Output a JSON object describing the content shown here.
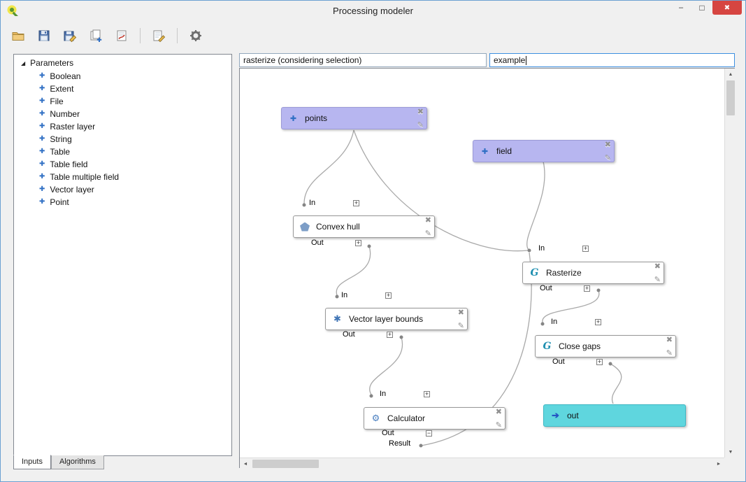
{
  "window": {
    "title": "Processing modeler"
  },
  "window_controls": {
    "minimize": "–",
    "maximize": "□",
    "close": "✖"
  },
  "toolbar_icons": [
    "open-model-icon",
    "save-model-icon",
    "save-model-as-icon",
    "export-as-image-icon",
    "export-as-script-icon",
    "edit-model-help-icon",
    "run-model-icon"
  ],
  "header": {
    "model_name": "rasterize (considering selection)",
    "model_group": "example"
  },
  "sidebar": {
    "root_label": "Parameters",
    "items": [
      "Boolean",
      "Extent",
      "File",
      "Number",
      "Raster layer",
      "String",
      "Table",
      "Table field",
      "Table multiple field",
      "Vector layer",
      "Point"
    ],
    "tabs": [
      {
        "label": "Inputs",
        "active": true
      },
      {
        "label": "Algorithms",
        "active": false
      }
    ]
  },
  "labels": {
    "in": "In",
    "out": "Out",
    "result": "Result"
  },
  "canvas": {
    "inputs": [
      {
        "label": "points"
      },
      {
        "label": "field"
      }
    ],
    "algorithms": [
      {
        "label": "Convex hull"
      },
      {
        "label": "Vector layer bounds"
      },
      {
        "label": "Rasterize"
      },
      {
        "label": "Close gaps"
      },
      {
        "label": "Calculator"
      }
    ],
    "outputs": [
      {
        "label": "out"
      }
    ]
  },
  "glyphs": {
    "param_plus": "✚",
    "delete": "✖",
    "edit": "✎",
    "expand": "+",
    "collapse": "−",
    "tree_expanded": "◢",
    "out_arrow": "➔",
    "asterisk_icon": "✱",
    "gear_icon": "⚙",
    "saga_icon": "G",
    "scroll_up": "▲",
    "scroll_down": "▼",
    "scroll_left": "◄",
    "scroll_right": "►"
  },
  "colors": {
    "input_node_fill": "#b7b6f0",
    "input_node_border": "#9b9ad6",
    "output_node_fill": "#5fd6de",
    "output_node_border": "#3cb8c4",
    "node_border": "#999999",
    "connection": "#a9a9a9",
    "focus_border": "#3d8fe0",
    "accent_blue": "#2f6fc4"
  }
}
